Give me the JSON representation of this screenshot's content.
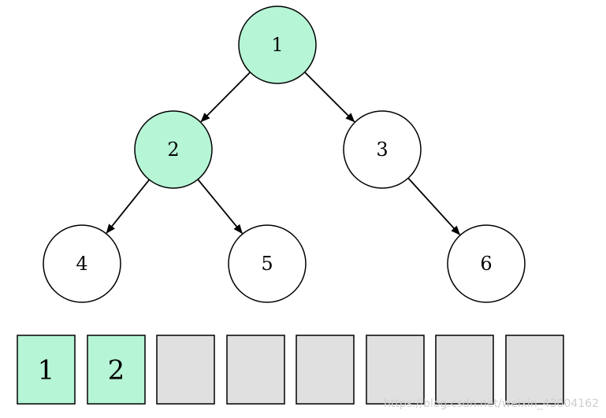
{
  "tree": {
    "nodes": [
      {
        "id": "1",
        "label": "1",
        "visited": true
      },
      {
        "id": "2",
        "label": "2",
        "visited": true
      },
      {
        "id": "3",
        "label": "3",
        "visited": false
      },
      {
        "id": "4",
        "label": "4",
        "visited": false
      },
      {
        "id": "5",
        "label": "5",
        "visited": false
      },
      {
        "id": "6",
        "label": "6",
        "visited": false
      }
    ],
    "edges": [
      {
        "from": "1",
        "to": "2"
      },
      {
        "from": "1",
        "to": "3"
      },
      {
        "from": "2",
        "to": "4"
      },
      {
        "from": "2",
        "to": "5"
      },
      {
        "from": "3",
        "to": "6"
      }
    ]
  },
  "array": {
    "cells": [
      {
        "label": "1",
        "filled": true
      },
      {
        "label": "2",
        "filled": true
      },
      {
        "label": "",
        "filled": false
      },
      {
        "label": "",
        "filled": false
      },
      {
        "label": "",
        "filled": false
      },
      {
        "label": "",
        "filled": false
      },
      {
        "label": "",
        "filled": false
      },
      {
        "label": "",
        "filled": false
      }
    ]
  },
  "watermark": "https://blog.csdn.net/weixin_43004162",
  "colors": {
    "visited": "#b6f5d6",
    "empty_cell": "#e0e0e0",
    "stroke": "#000000"
  }
}
